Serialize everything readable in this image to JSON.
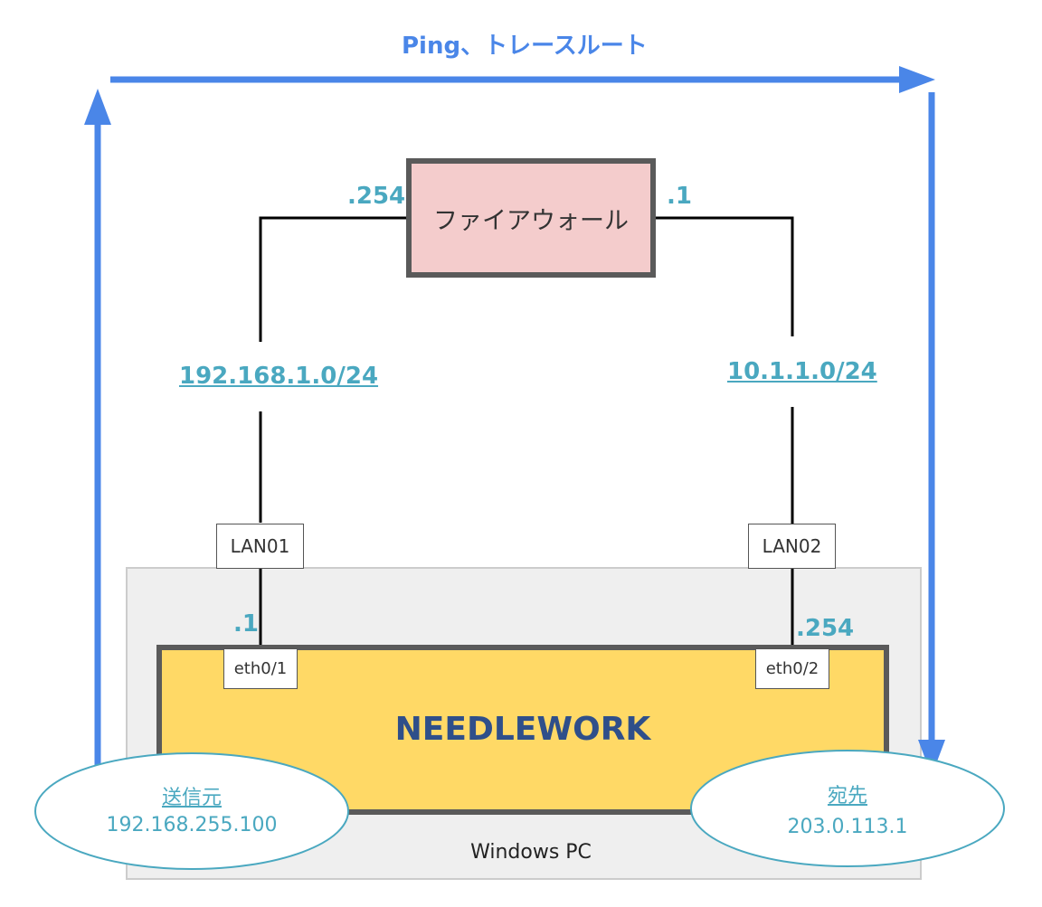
{
  "flow": {
    "label": "Ping、トレースルート",
    "color": "#4a86e8"
  },
  "firewall": {
    "label": "ファイアウォール",
    "fill": "#f4cccc",
    "border": "#5a5a5a",
    "left_ip": ".254",
    "right_ip": ".1"
  },
  "networks": {
    "left": "192.168.1.0/24",
    "right": "10.1.1.0/24"
  },
  "lan_ports": {
    "left": "LAN01",
    "right": "LAN02"
  },
  "device": {
    "name": "NEEDLEWORK",
    "fill": "#ffd966",
    "host_label": "Windows PC",
    "ports": {
      "left": "eth0/1",
      "right": "eth0/2"
    },
    "left_ip": ".1",
    "right_ip": ".254"
  },
  "source": {
    "title": "送信元",
    "ip": "192.168.255.100"
  },
  "destination": {
    "title": "宛先",
    "ip": "203.0.113.1"
  },
  "accent_color": "#4aa8c0"
}
